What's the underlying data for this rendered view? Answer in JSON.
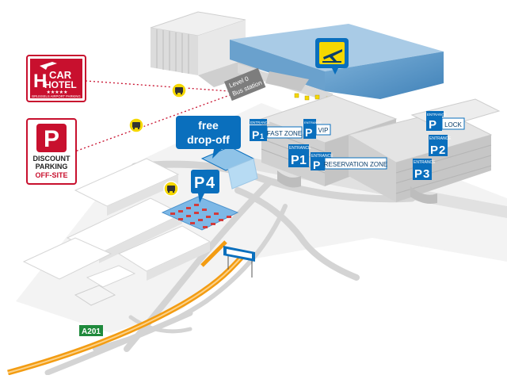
{
  "map": {
    "sign_car_hotel": {
      "line1": "CAR",
      "line2": "HOTEL",
      "stars": "★★★★★",
      "sub": "BRUSSELS AIRPORT PARKING",
      "letter": "H"
    },
    "sign_discount": {
      "letter": "P",
      "line1": "DISCOUNT",
      "line2": "PARKING",
      "line3": "OFF-SITE"
    },
    "level_label": "Level 0",
    "bus_station_label": "Bus station",
    "free_dropoff": {
      "line1": "free",
      "line2": "drop-off"
    },
    "entrance_label": "ENTRANCE",
    "parkings": {
      "p1_fast": {
        "letter": "P",
        "num": "1",
        "zone": "FAST ZONE"
      },
      "p_vip": {
        "letter": "P",
        "zone": "VIP"
      },
      "p1": {
        "letter": "P",
        "num": "1"
      },
      "p_reservation": {
        "letter": "P",
        "zone": "RESERVATION ZONE"
      },
      "p_lock": {
        "letter": "P",
        "zone": "LOCK"
      },
      "p2": {
        "letter": "P",
        "num": "2"
      },
      "p3": {
        "letter": "P",
        "num": "3"
      },
      "p4": {
        "letter": "P",
        "num": "4"
      }
    },
    "road_label": "A201",
    "colors": {
      "primary_blue": "#0a6fbd",
      "hotel_red": "#c8102e",
      "road_orange": "#f39c12",
      "road_sign_green": "#1f8a3c",
      "departure_yellow": "#f5d800"
    },
    "icons": [
      "departures-plane-icon",
      "bus-icon"
    ]
  }
}
